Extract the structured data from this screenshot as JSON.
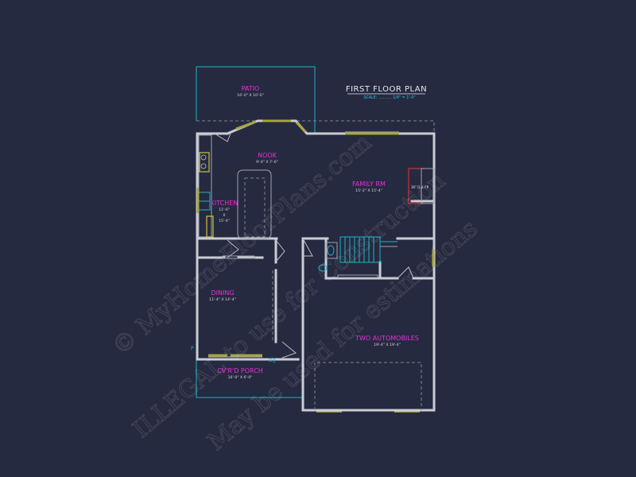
{
  "title": "FIRST FLOOR PLAN",
  "scale_label": "SCALE: ........... 1/4\" = 1'-0\"",
  "rooms": {
    "patio": {
      "name": "PATIO",
      "dims": "16'-0\" X 10'-0\""
    },
    "nook": {
      "name": "NOOK",
      "dims": "9'-4\" X 7'-6\""
    },
    "family": {
      "name": "FAMILY RM",
      "dims": "15'-2\" X 15'-4\""
    },
    "kitchen": {
      "name": "KITCHEN",
      "dims_1": "11'-6\"",
      "dims_2": "X",
      "dims_3": "15'-4\""
    },
    "dining": {
      "name": "DINING",
      "dims": "11'-4\" X 14'-4\""
    },
    "garage": {
      "name": "TWO AUTOMOBILES",
      "dims": "19'-4\" X 19'-4\""
    },
    "porch": {
      "name": "CV'R'D PORCH",
      "dims": "16'-0\" X 6'-0\""
    }
  },
  "fireplace_label": "36\" D.V. FP",
  "notes": {
    "left_marker": "P",
    "door_tag": "D/J"
  },
  "watermarks": [
    "© MyHomeFloorPlans.com",
    "ILLEGAL to use for Construction",
    "May be used for estimations"
  ],
  "colors": {
    "background": "#262a40",
    "walls": "#c9ccd4",
    "room_labels": "#e830d8",
    "accent_cyan": "#1fb3c2",
    "windows": "#a8a63a"
  }
}
